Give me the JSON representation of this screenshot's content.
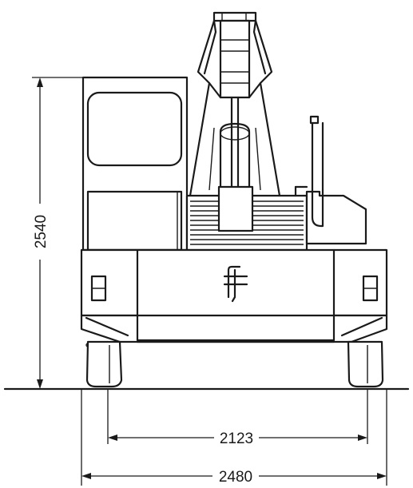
{
  "dimensions": {
    "height_label": "2540",
    "track_gauge_label": "2123",
    "overall_width_label": "2480"
  },
  "logo": {
    "description_icon": "crane-manufacturer-logo-icon"
  },
  "colors": {
    "line": "#1a1a1a",
    "background": "#ffffff"
  }
}
